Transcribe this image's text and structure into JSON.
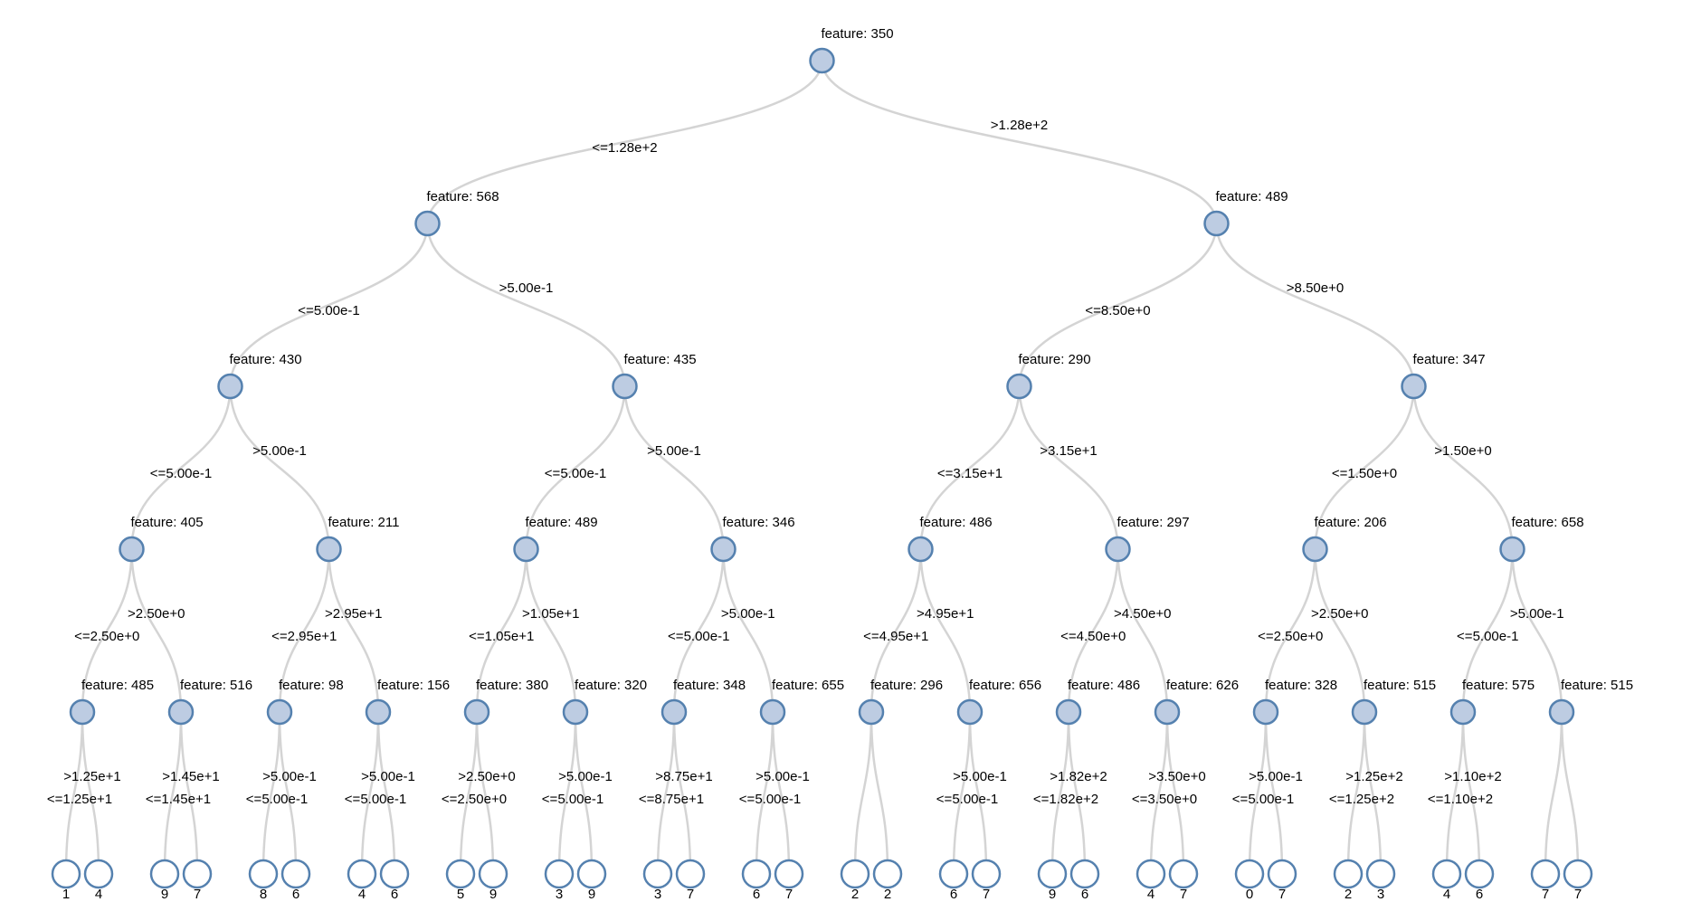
{
  "diagram": {
    "type": "decision-tree",
    "labels": {
      "feature_prefix": "feature: ",
      "le_op": "<=",
      "gt_op": ">"
    },
    "colors": {
      "background": "#ffffff",
      "node_fill": "#bdcce2",
      "node_stroke": "#5581af",
      "leaf_fill": "#ffffff",
      "leaf_stroke": "#5581af",
      "edge": "#d4d4d4",
      "text": "#000000"
    },
    "tree": {
      "feature": "350",
      "threshold": "1.28e+2",
      "left": {
        "feature": "568",
        "threshold": "5.00e-1",
        "left": {
          "feature": "430",
          "threshold": "5.00e-1",
          "left": {
            "feature": "405",
            "threshold": "2.50e+0",
            "left": {
              "feature": "485",
              "threshold": "1.25e+1",
              "left": {
                "value": "1"
              },
              "right": {
                "value": "4"
              }
            },
            "right": {
              "feature": "516",
              "threshold": "1.45e+1",
              "left": {
                "value": "9"
              },
              "right": {
                "value": "7"
              }
            }
          },
          "right": {
            "feature": "211",
            "threshold": "2.95e+1",
            "left": {
              "feature": "98",
              "threshold": "5.00e-1",
              "left": {
                "value": "8"
              },
              "right": {
                "value": "6"
              }
            },
            "right": {
              "feature": "156",
              "threshold": "5.00e-1",
              "left": {
                "value": "4"
              },
              "right": {
                "value": "6"
              }
            }
          }
        },
        "right": {
          "feature": "435",
          "threshold": "5.00e-1",
          "left": {
            "feature": "489",
            "threshold": "1.05e+1",
            "left": {
              "feature": "380",
              "threshold": "2.50e+0",
              "left": {
                "value": "5"
              },
              "right": {
                "value": "9"
              }
            },
            "right": {
              "feature": "320",
              "threshold": "5.00e-1",
              "left": {
                "value": "3"
              },
              "right": {
                "value": "9"
              }
            }
          },
          "right": {
            "feature": "346",
            "threshold": "5.00e-1",
            "left": {
              "feature": "348",
              "threshold": "8.75e+1",
              "left": {
                "value": "3"
              },
              "right": {
                "value": "7"
              }
            },
            "right": {
              "feature": "655",
              "threshold": "5.00e-1",
              "left": {
                "value": "6"
              },
              "right": {
                "value": "7"
              }
            }
          }
        }
      },
      "right": {
        "feature": "489",
        "threshold": "8.50e+0",
        "left": {
          "feature": "290",
          "threshold": "3.15e+1",
          "left": {
            "feature": "486",
            "threshold": "4.95e+1",
            "left": {
              "feature": "296",
              "threshold": null,
              "left": {
                "value": "2"
              },
              "right": {
                "value": "2"
              }
            },
            "right": {
              "feature": "656",
              "threshold": "5.00e-1",
              "left": {
                "value": "6"
              },
              "right": {
                "value": "7"
              }
            }
          },
          "right": {
            "feature": "297",
            "threshold": "4.50e+0",
            "left": {
              "feature": "486",
              "threshold": "1.82e+2",
              "left": {
                "value": "9"
              },
              "right": {
                "value": "6"
              }
            },
            "right": {
              "feature": "626",
              "threshold": "3.50e+0",
              "left": {
                "value": "4"
              },
              "right": {
                "value": "7"
              }
            }
          }
        },
        "right": {
          "feature": "347",
          "threshold": "1.50e+0",
          "left": {
            "feature": "206",
            "threshold": "2.50e+0",
            "left": {
              "feature": "328",
              "threshold": "5.00e-1",
              "left": {
                "value": "0"
              },
              "right": {
                "value": "7"
              }
            },
            "right": {
              "feature": "515",
              "threshold": "1.25e+2",
              "left": {
                "value": "2"
              },
              "right": {
                "value": "3"
              }
            }
          },
          "right": {
            "feature": "658",
            "threshold": "5.00e-1",
            "left": {
              "feature": "575",
              "threshold": "1.10e+2",
              "left": {
                "value": "4"
              },
              "right": {
                "value": "6"
              }
            },
            "right": {
              "feature": "515",
              "threshold": null,
              "left": {
                "value": "7"
              },
              "right": {
                "value": "7"
              }
            }
          }
        }
      }
    }
  }
}
